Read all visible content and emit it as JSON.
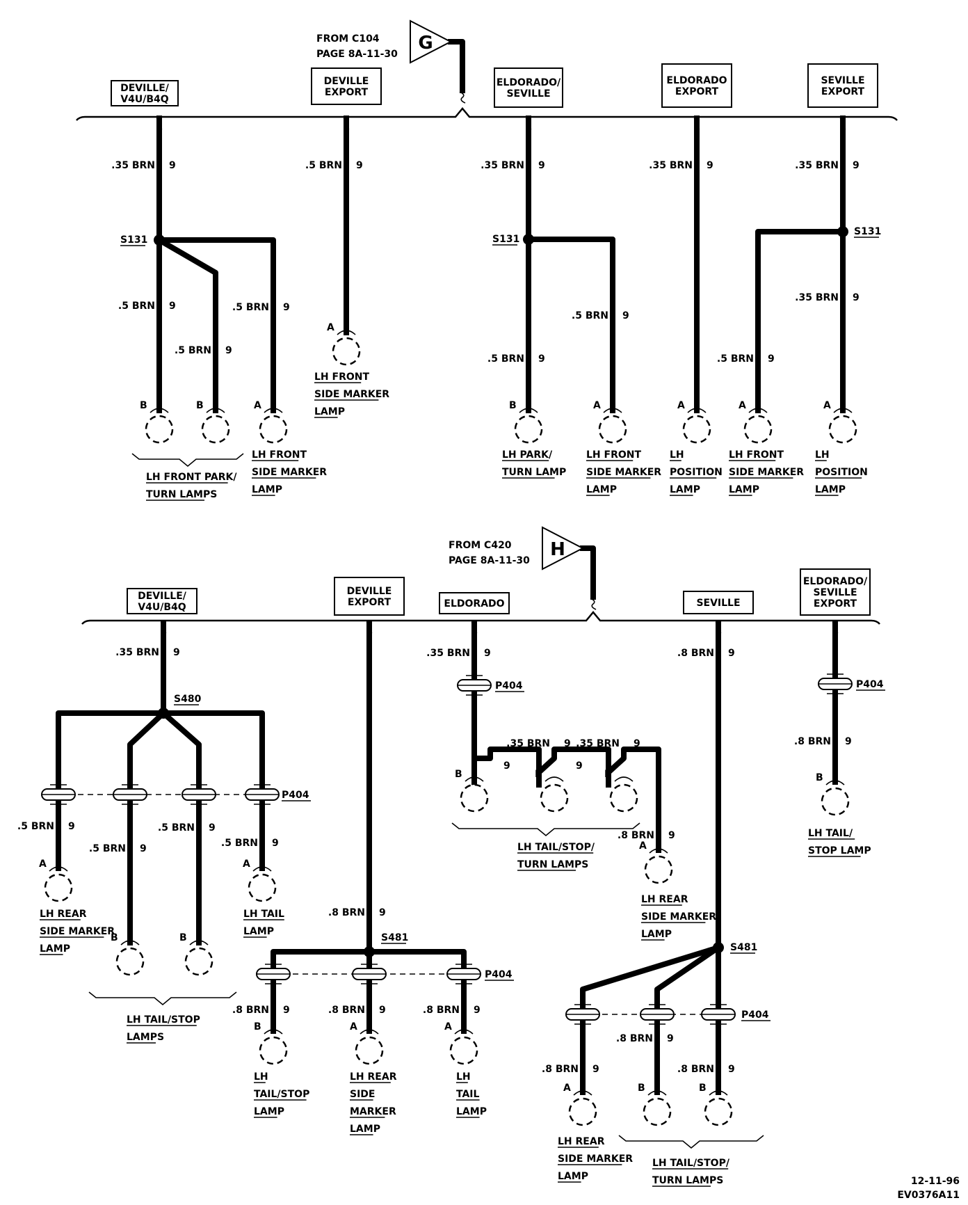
{
  "sections": [
    {
      "id": "front",
      "source": {
        "from": "FROM C104",
        "page": "PAGE 8A-11-30",
        "letter": "G"
      },
      "variants": [
        {
          "label_lines": [
            "DEVILLE/",
            "V4U/B4Q"
          ]
        },
        {
          "label_lines": [
            "DEVILLE",
            "EXPORT"
          ]
        },
        {
          "label_lines": [
            "ELDORADO/",
            "SEVILLE"
          ]
        },
        {
          "label_lines": [
            "ELDORADO",
            "EXPORT"
          ]
        },
        {
          "label_lines": [
            "SEVILLE",
            "EXPORT"
          ]
        }
      ]
    },
    {
      "id": "rear",
      "source": {
        "from": "FROM C420",
        "page": "PAGE 8A-11-30",
        "letter": "H"
      },
      "variants": [
        {
          "label_lines": [
            "DEVILLE/",
            "V4U/B4Q"
          ]
        },
        {
          "label_lines": [
            "DEVILLE",
            "EXPORT"
          ]
        },
        {
          "label_lines": [
            "ELDORADO"
          ]
        },
        {
          "label_lines": [
            "SEVILLE"
          ]
        },
        {
          "label_lines": [
            "ELDORADO/",
            "SEVILLE",
            "EXPORT"
          ]
        }
      ]
    }
  ],
  "wire_labels": {
    "brn_035": ".35 BRN",
    "brn_05": ".5 BRN",
    "brn_08": ".8 BRN",
    "circuit": "9"
  },
  "splices": {
    "s131": "S131",
    "s480": "S480",
    "s481": "S481"
  },
  "connector": "P404",
  "pins": {
    "a": "A",
    "b": "B"
  },
  "lamp_labels": {
    "lh_front_park_turn_lamps": [
      "LH FRONT PARK/",
      "TURN LAMPS"
    ],
    "lh_front_side_marker_lamp": [
      "LH FRONT",
      "SIDE MARKER",
      "LAMP"
    ],
    "lh_park_turn_lamp": [
      "LH PARK/",
      "TURN LAMP"
    ],
    "lh_position_lamp": [
      "LH",
      "POSITION",
      "LAMP"
    ],
    "lh_rear_side_marker_lamp": [
      "LH REAR",
      "SIDE MARKER",
      "LAMP"
    ],
    "lh_tail_lamp_2": [
      "LH TAIL",
      "LAMP"
    ],
    "lh_tail_stop_lamps": [
      "LH TAIL/STOP",
      "LAMPS"
    ],
    "lh_tail_stop_turn_lamps": [
      "LH TAIL/STOP/",
      "TURN LAMPS"
    ],
    "lh_tail_stop_lamp": [
      "LH TAIL/",
      "STOP LAMP"
    ],
    "lh_tail_stop_lamp_3": [
      "LH",
      "TAIL/STOP",
      "LAMP"
    ],
    "lh_rear_side_marker_lamp_4": [
      "LH REAR",
      "SIDE",
      "MARKER",
      "LAMP"
    ],
    "lh_tail_lamp_3": [
      "LH",
      "TAIL",
      "LAMP"
    ]
  },
  "footer": {
    "date": "12-11-96",
    "code": "EV0376A11"
  }
}
